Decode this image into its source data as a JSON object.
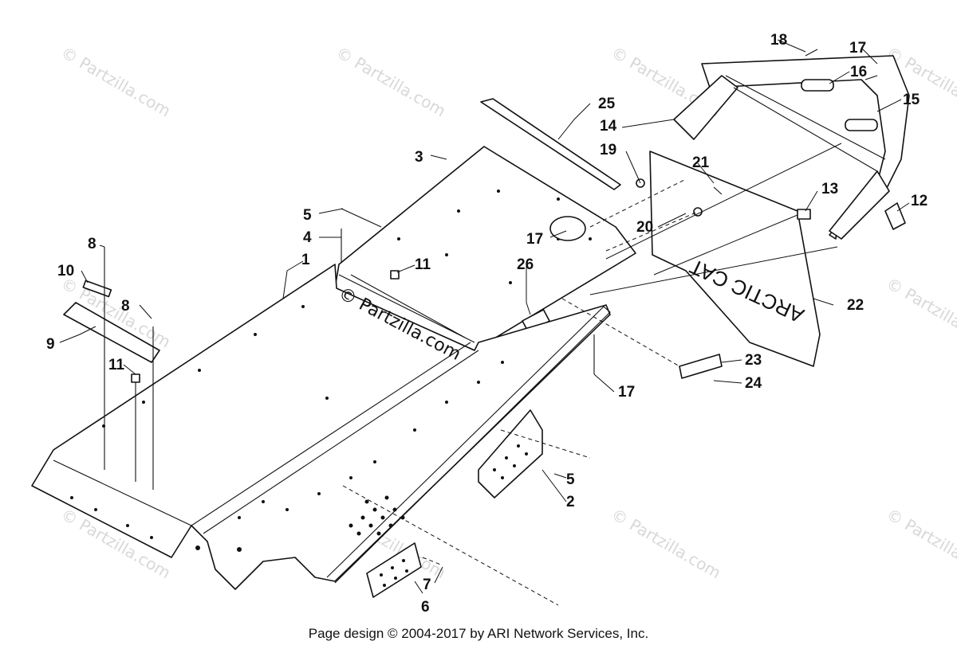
{
  "diagram": {
    "watermark_text": "© Partzilla.com",
    "stamp_text": "© Partzilla.com",
    "flap_brand_text": "ARCTIC CAT",
    "callouts": [
      {
        "id": "c1",
        "label": "1"
      },
      {
        "id": "c2",
        "label": "2"
      },
      {
        "id": "c3",
        "label": "3"
      },
      {
        "id": "c4",
        "label": "4"
      },
      {
        "id": "c5a",
        "label": "5"
      },
      {
        "id": "c5b",
        "label": "5"
      },
      {
        "id": "c6",
        "label": "6"
      },
      {
        "id": "c7",
        "label": "7"
      },
      {
        "id": "c8a",
        "label": "8"
      },
      {
        "id": "c8b",
        "label": "8"
      },
      {
        "id": "c9",
        "label": "9"
      },
      {
        "id": "c10",
        "label": "10"
      },
      {
        "id": "c11a",
        "label": "11"
      },
      {
        "id": "c11b",
        "label": "11"
      },
      {
        "id": "c12",
        "label": "12"
      },
      {
        "id": "c13",
        "label": "13"
      },
      {
        "id": "c14",
        "label": "14"
      },
      {
        "id": "c15",
        "label": "15"
      },
      {
        "id": "c16",
        "label": "16"
      },
      {
        "id": "c17a",
        "label": "17"
      },
      {
        "id": "c17b",
        "label": "17"
      },
      {
        "id": "c17c",
        "label": "17"
      },
      {
        "id": "c18",
        "label": "18"
      },
      {
        "id": "c19",
        "label": "19"
      },
      {
        "id": "c20",
        "label": "20"
      },
      {
        "id": "c21",
        "label": "21"
      },
      {
        "id": "c22",
        "label": "22"
      },
      {
        "id": "c23",
        "label": "23"
      },
      {
        "id": "c24",
        "label": "24"
      },
      {
        "id": "c25",
        "label": "25"
      },
      {
        "id": "c26",
        "label": "26"
      }
    ]
  },
  "footer": {
    "text": "Page design © 2004-2017 by ARI Network Services, Inc."
  }
}
